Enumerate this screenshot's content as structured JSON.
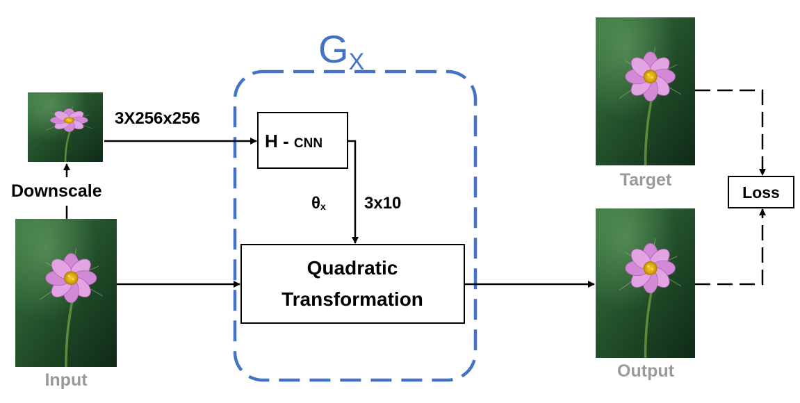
{
  "group": {
    "symbol": "G",
    "subscript": "X",
    "color": "#4472C4"
  },
  "images": {
    "downscaled": "flower-photo",
    "input": "flower-photo",
    "target": "flower-photo",
    "output": "flower-photo"
  },
  "labels": {
    "downscale": "Downscale",
    "input": "Input",
    "target": "Target",
    "output": "Output",
    "size": "3X256x256",
    "theta": "θ",
    "theta_sub": "x",
    "param_size": "3x10"
  },
  "boxes": {
    "hcnn_main": "H - ",
    "hcnn_small": "CNN",
    "quadratic_line1": "Quadratic",
    "quadratic_line2": "Transformation",
    "loss": "Loss"
  },
  "colors": {
    "caption_gray": "#9a9a9a",
    "arrow": "#000000"
  }
}
